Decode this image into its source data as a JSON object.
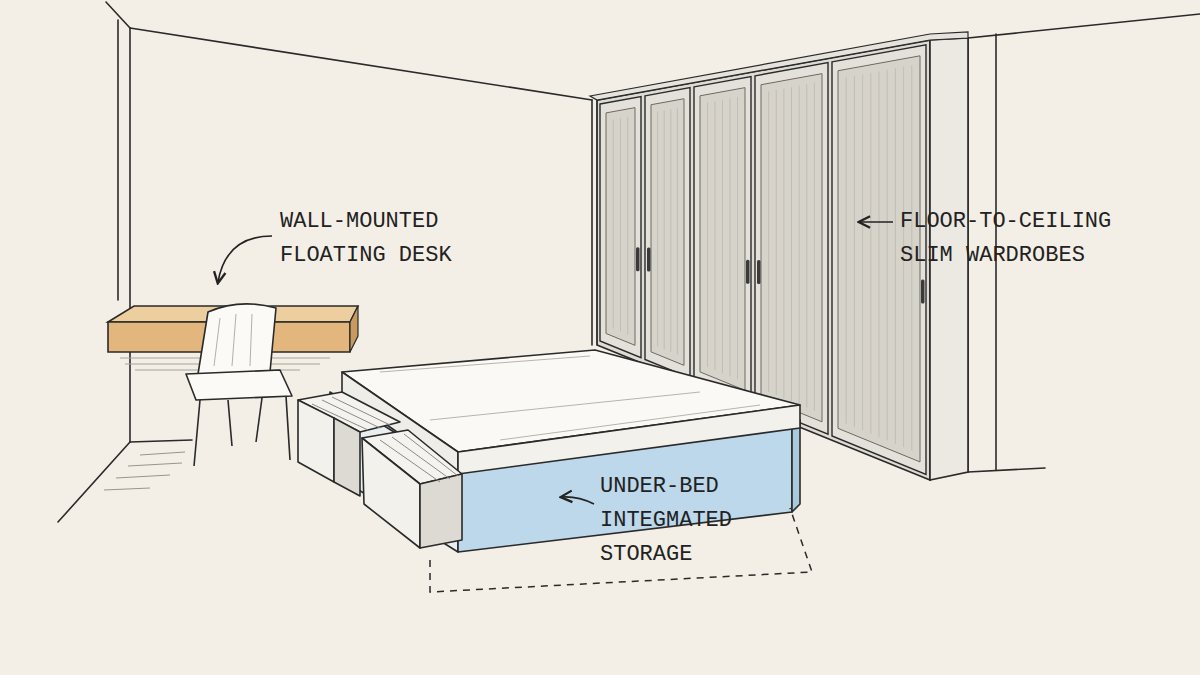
{
  "diagram": {
    "labels": [
      "WALL-MOUNTED FLOATING DESK",
      "FLOOR-TO-CEILING SLIM WARDROBES",
      "UNDER-BED INTEGMATED STORAGE"
    ]
  }
}
